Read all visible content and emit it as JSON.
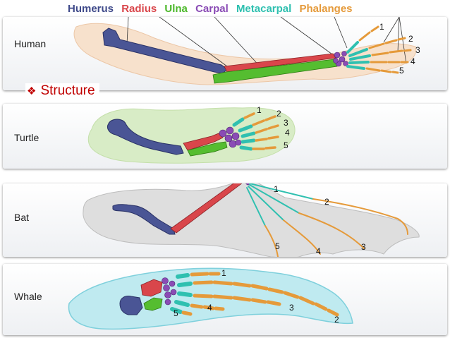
{
  "legend": {
    "humerus": "Humerus",
    "radius": "Radius",
    "ulna": "Ulna",
    "carpal": "Carpal",
    "metacarpal": "Metacarpal",
    "phalanges": "Phalanges"
  },
  "colors": {
    "humerus": "#3f4a8a",
    "radius": "#d9464b",
    "ulna": "#4cb82a",
    "carpal": "#8a4bb5",
    "metacarpal": "#2fc0b0",
    "phalanges": "#e59a3a"
  },
  "structure_label": "Structure",
  "panels": [
    {
      "label": "Human",
      "numbers": [
        "1",
        "2",
        "3",
        "4",
        "5"
      ]
    },
    {
      "label": "Turtle",
      "numbers": [
        "1",
        "2",
        "3",
        "4",
        "5"
      ]
    },
    {
      "label": "Bat",
      "numbers": [
        "1",
        "2",
        "3",
        "4",
        "5"
      ]
    },
    {
      "label": "Whale",
      "numbers": [
        "1",
        "2",
        "3",
        "4",
        "5"
      ]
    }
  ]
}
